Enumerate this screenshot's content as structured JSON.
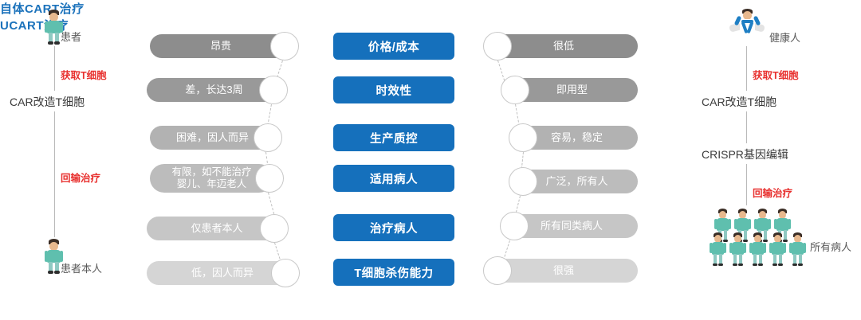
{
  "left_column": {
    "title": "自体CART治疗",
    "top_person_label": "患者",
    "bottom_person_label": "患者本人",
    "step_labels": [
      "获取T细胞",
      "回输治疗"
    ],
    "middle_label": "CAR改造T细胞"
  },
  "right_column": {
    "title": "UCART治疗",
    "top_person_label": "健康人",
    "bottom_person_label": "所有病人",
    "step_labels": [
      "获取T细胞",
      "回输治疗"
    ],
    "middle_labels": [
      "CAR改造T细胞",
      "CRISPR基因编辑"
    ]
  },
  "center_criteria": [
    "价格/成本",
    "时效性",
    "生产质控",
    "适用病人",
    "治疗病人",
    "T细胞杀伤能力"
  ],
  "left_values": [
    "昂贵",
    "差，长达3周",
    "困难，因人而异",
    "有限，如不能治疗\n婴儿、年迈老人",
    "仅患者本人",
    "低，因人而异"
  ],
  "right_values": [
    "很低",
    "即用型",
    "容易，稳定",
    "广泛，所有人",
    "所有同类病人",
    "很强"
  ],
  "colors": {
    "accent_blue": "#1570bc",
    "title_blue": "#1b72bb",
    "red_label": "#e8312f",
    "gray_pill_top": "#8d8d8d",
    "gray_pill_bottom": "#d5d5d5",
    "scrubs_teal": "#5fbfae"
  },
  "icons": {
    "patient": "person-icon",
    "healthy": "healthy-person-icon",
    "crowd": "crowd-icon"
  }
}
